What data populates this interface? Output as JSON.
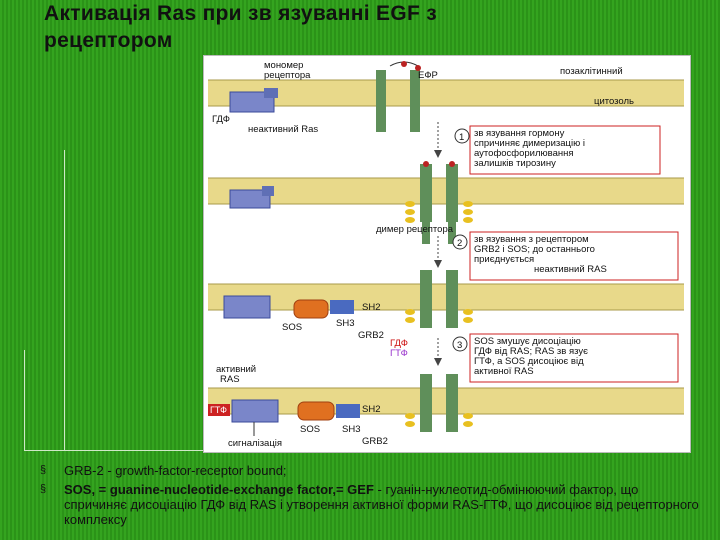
{
  "slide": {
    "title_line1": "Активація Ras при зв язуванні EGF з",
    "title_line2": "рецептором",
    "colors": {
      "background": "#2f9a1c",
      "membrane": "#e8d98a",
      "receptor": "#5f8f5a",
      "ras": "#7a86c9",
      "red_box": "#cc2222",
      "label_red": "#cc1111",
      "label_purple": "#9933cc"
    }
  },
  "figure": {
    "labels": {
      "receptor_monomer_1": "мономер",
      "receptor_monomer_2": "рецептора",
      "egf": "ЕФР",
      "extracellular": "позаклітинний",
      "cytosol": "цитозоль",
      "gdp_top": "ГДФ",
      "inactive_ras_top": "неактивний Ras",
      "receptor_dimer": "димер рецептора",
      "sh2": "SH2",
      "sos_mid": "SOS",
      "sh3_mid": "SH3",
      "grb2_mid": "GRB2",
      "gdp_red": "ГДФ",
      "gtp_purple": "ГТФ",
      "active_ras_1": "активний",
      "active_ras_2": "RAS",
      "gtp_box": "ГТФ",
      "sh2_bottom": "SH2",
      "sos_bottom": "SOS",
      "sh3_bottom": "SH3",
      "grb2_bottom": "GRB2",
      "signaling": "сигналізація"
    },
    "steps": [
      {
        "num": "1",
        "lines": [
          "зв язування гормону",
          "спричиняє димеризацію і",
          "аутофосфорилювання",
          "залишків  тирозину"
        ]
      },
      {
        "num": "2",
        "lines": [
          "зв язування з рецептором",
          "GRB2 і SOS; до останнього",
          "приєднується",
          "неактивний RAS"
        ]
      },
      {
        "num": "3",
        "lines": [
          "SOS змушує дисоціацію",
          "ГДФ від RAS; RAS зв язує",
          "ГТФ, а SOS дисоціює від",
          "активної RAS"
        ]
      }
    ]
  },
  "bullets": [
    {
      "marker": "§",
      "text": "GRB-2 - growth-factor-receptor bound;",
      "bold_prefix": ""
    },
    {
      "marker": "§",
      "bold_prefix": " SOS, = guanine-nucleotide-exchange factor,= GEF",
      "text": " - гуанін-нуклеотид-обмінюючий фактор, що спричиняє дисоціацію ГДФ від RAS і утворення активної форми RAS-ГТФ, що дисоціює від рецепторного комплексу"
    }
  ]
}
